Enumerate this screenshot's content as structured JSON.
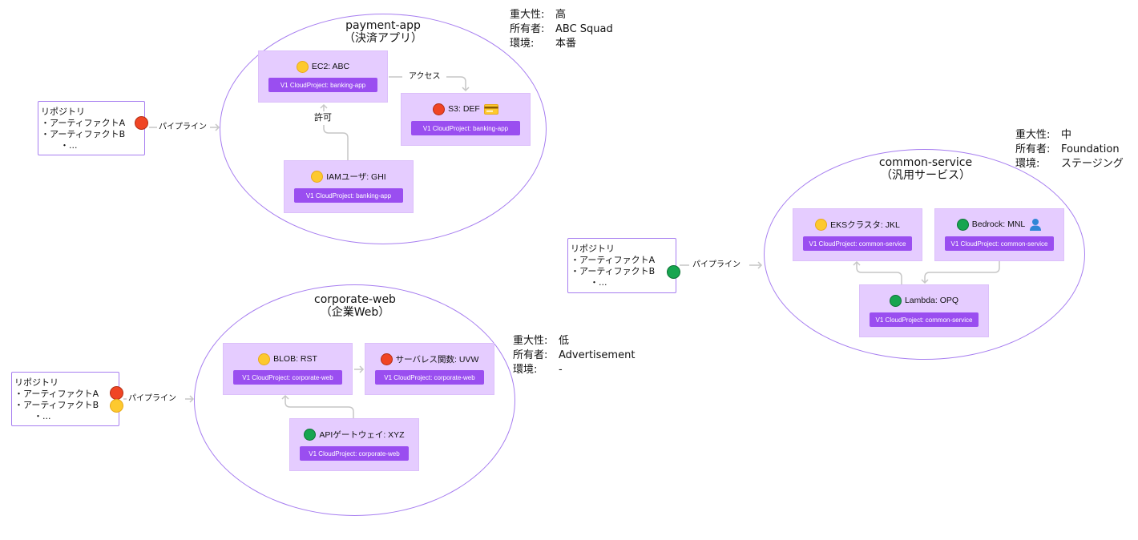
{
  "colors": {
    "ellipse_border": "#a77ef0",
    "node_bg": "#e5ccff",
    "badge_bg": "#9a4ef0",
    "status_red": "#f04524",
    "status_yellow": "#fdc92f",
    "status_green": "#17a550",
    "edge": "#c6c6c6"
  },
  "labels": {
    "meta_severity": "重大性:",
    "meta_owner": "所有者:",
    "meta_env": "環境:"
  },
  "groups": [
    {
      "id": "payment-app",
      "title": "payment-app",
      "subtitle": "（決済アプリ）",
      "severity": "高",
      "owner": "ABC Squad",
      "environment": "本番",
      "repo": {
        "title": "リポジトリ",
        "items": [
          "・アーティファクトA",
          "・アーティファクトB",
          "・..."
        ],
        "status": [
          "red"
        ],
        "pipeline_label": "パイプライン"
      },
      "nodes": [
        {
          "label": "EC2: ABC",
          "status": "yellow",
          "project": "V1 CloudProject: banking-app",
          "extra_icon": ""
        },
        {
          "label": "S3: DEF",
          "status": "red",
          "project": "V1 CloudProject: banking-app",
          "extra_icon": "credit-card-icon"
        },
        {
          "label": "IAMユーザ: GHI",
          "status": "yellow",
          "project": "V1 CloudProject: banking-app",
          "extra_icon": ""
        }
      ],
      "edges": [
        {
          "from": "EC2: ABC",
          "to": "S3: DEF",
          "label": "アクセス"
        },
        {
          "from": "IAMユーザ: GHI",
          "to": "EC2: ABC",
          "label": "許可"
        }
      ]
    },
    {
      "id": "common-service",
      "title": "common-service",
      "subtitle": "（汎用サービス）",
      "severity": "中",
      "owner": "Foundation",
      "environment": "ステージング",
      "repo": {
        "title": "リポジトリ",
        "items": [
          "・アーティファクトA",
          "・アーティファクトB",
          "・..."
        ],
        "status": [
          "green"
        ],
        "pipeline_label": "パイプライン"
      },
      "nodes": [
        {
          "label": "EKSクラスタ: JKL",
          "status": "yellow",
          "project": "V1 CloudProject: common-service",
          "extra_icon": ""
        },
        {
          "label": "Bedrock: MNL",
          "status": "green",
          "project": "V1 CloudProject: common-service",
          "extra_icon": "user-icon"
        },
        {
          "label": "Lambda: OPQ",
          "status": "green",
          "project": "V1 CloudProject: common-service",
          "extra_icon": ""
        }
      ],
      "edges": [
        {
          "from": "Lambda: OPQ",
          "to": "EKSクラスタ: JKL",
          "label": ""
        },
        {
          "from": "Bedrock: MNL",
          "to": "Lambda: OPQ",
          "label": ""
        }
      ]
    },
    {
      "id": "corporate-web",
      "title": "corporate-web",
      "subtitle": "（企業Web）",
      "severity": "低",
      "owner": "Advertisement",
      "environment": "-",
      "repo": {
        "title": "リポジトリ",
        "items": [
          "・アーティファクトA",
          "・アーティファクトB",
          "・..."
        ],
        "status": [
          "red",
          "yellow"
        ],
        "pipeline_label": "パイプライン"
      },
      "nodes": [
        {
          "label": "BLOB: RST",
          "status": "yellow",
          "project": "V1 CloudProject: corporate-web",
          "extra_icon": ""
        },
        {
          "label": "サーバレス関数: UVW",
          "status": "red",
          "project": "V1 CloudProject: corporate-web",
          "extra_icon": ""
        },
        {
          "label": "APIゲートウェイ: XYZ",
          "status": "green",
          "project": "V1 CloudProject: corporate-web",
          "extra_icon": ""
        }
      ],
      "edges": [
        {
          "from": "BLOB: RST",
          "to": "サーバレス関数: UVW",
          "label": ""
        },
        {
          "from": "APIゲートウェイ: XYZ",
          "to": "BLOB: RST",
          "label": ""
        }
      ]
    }
  ]
}
